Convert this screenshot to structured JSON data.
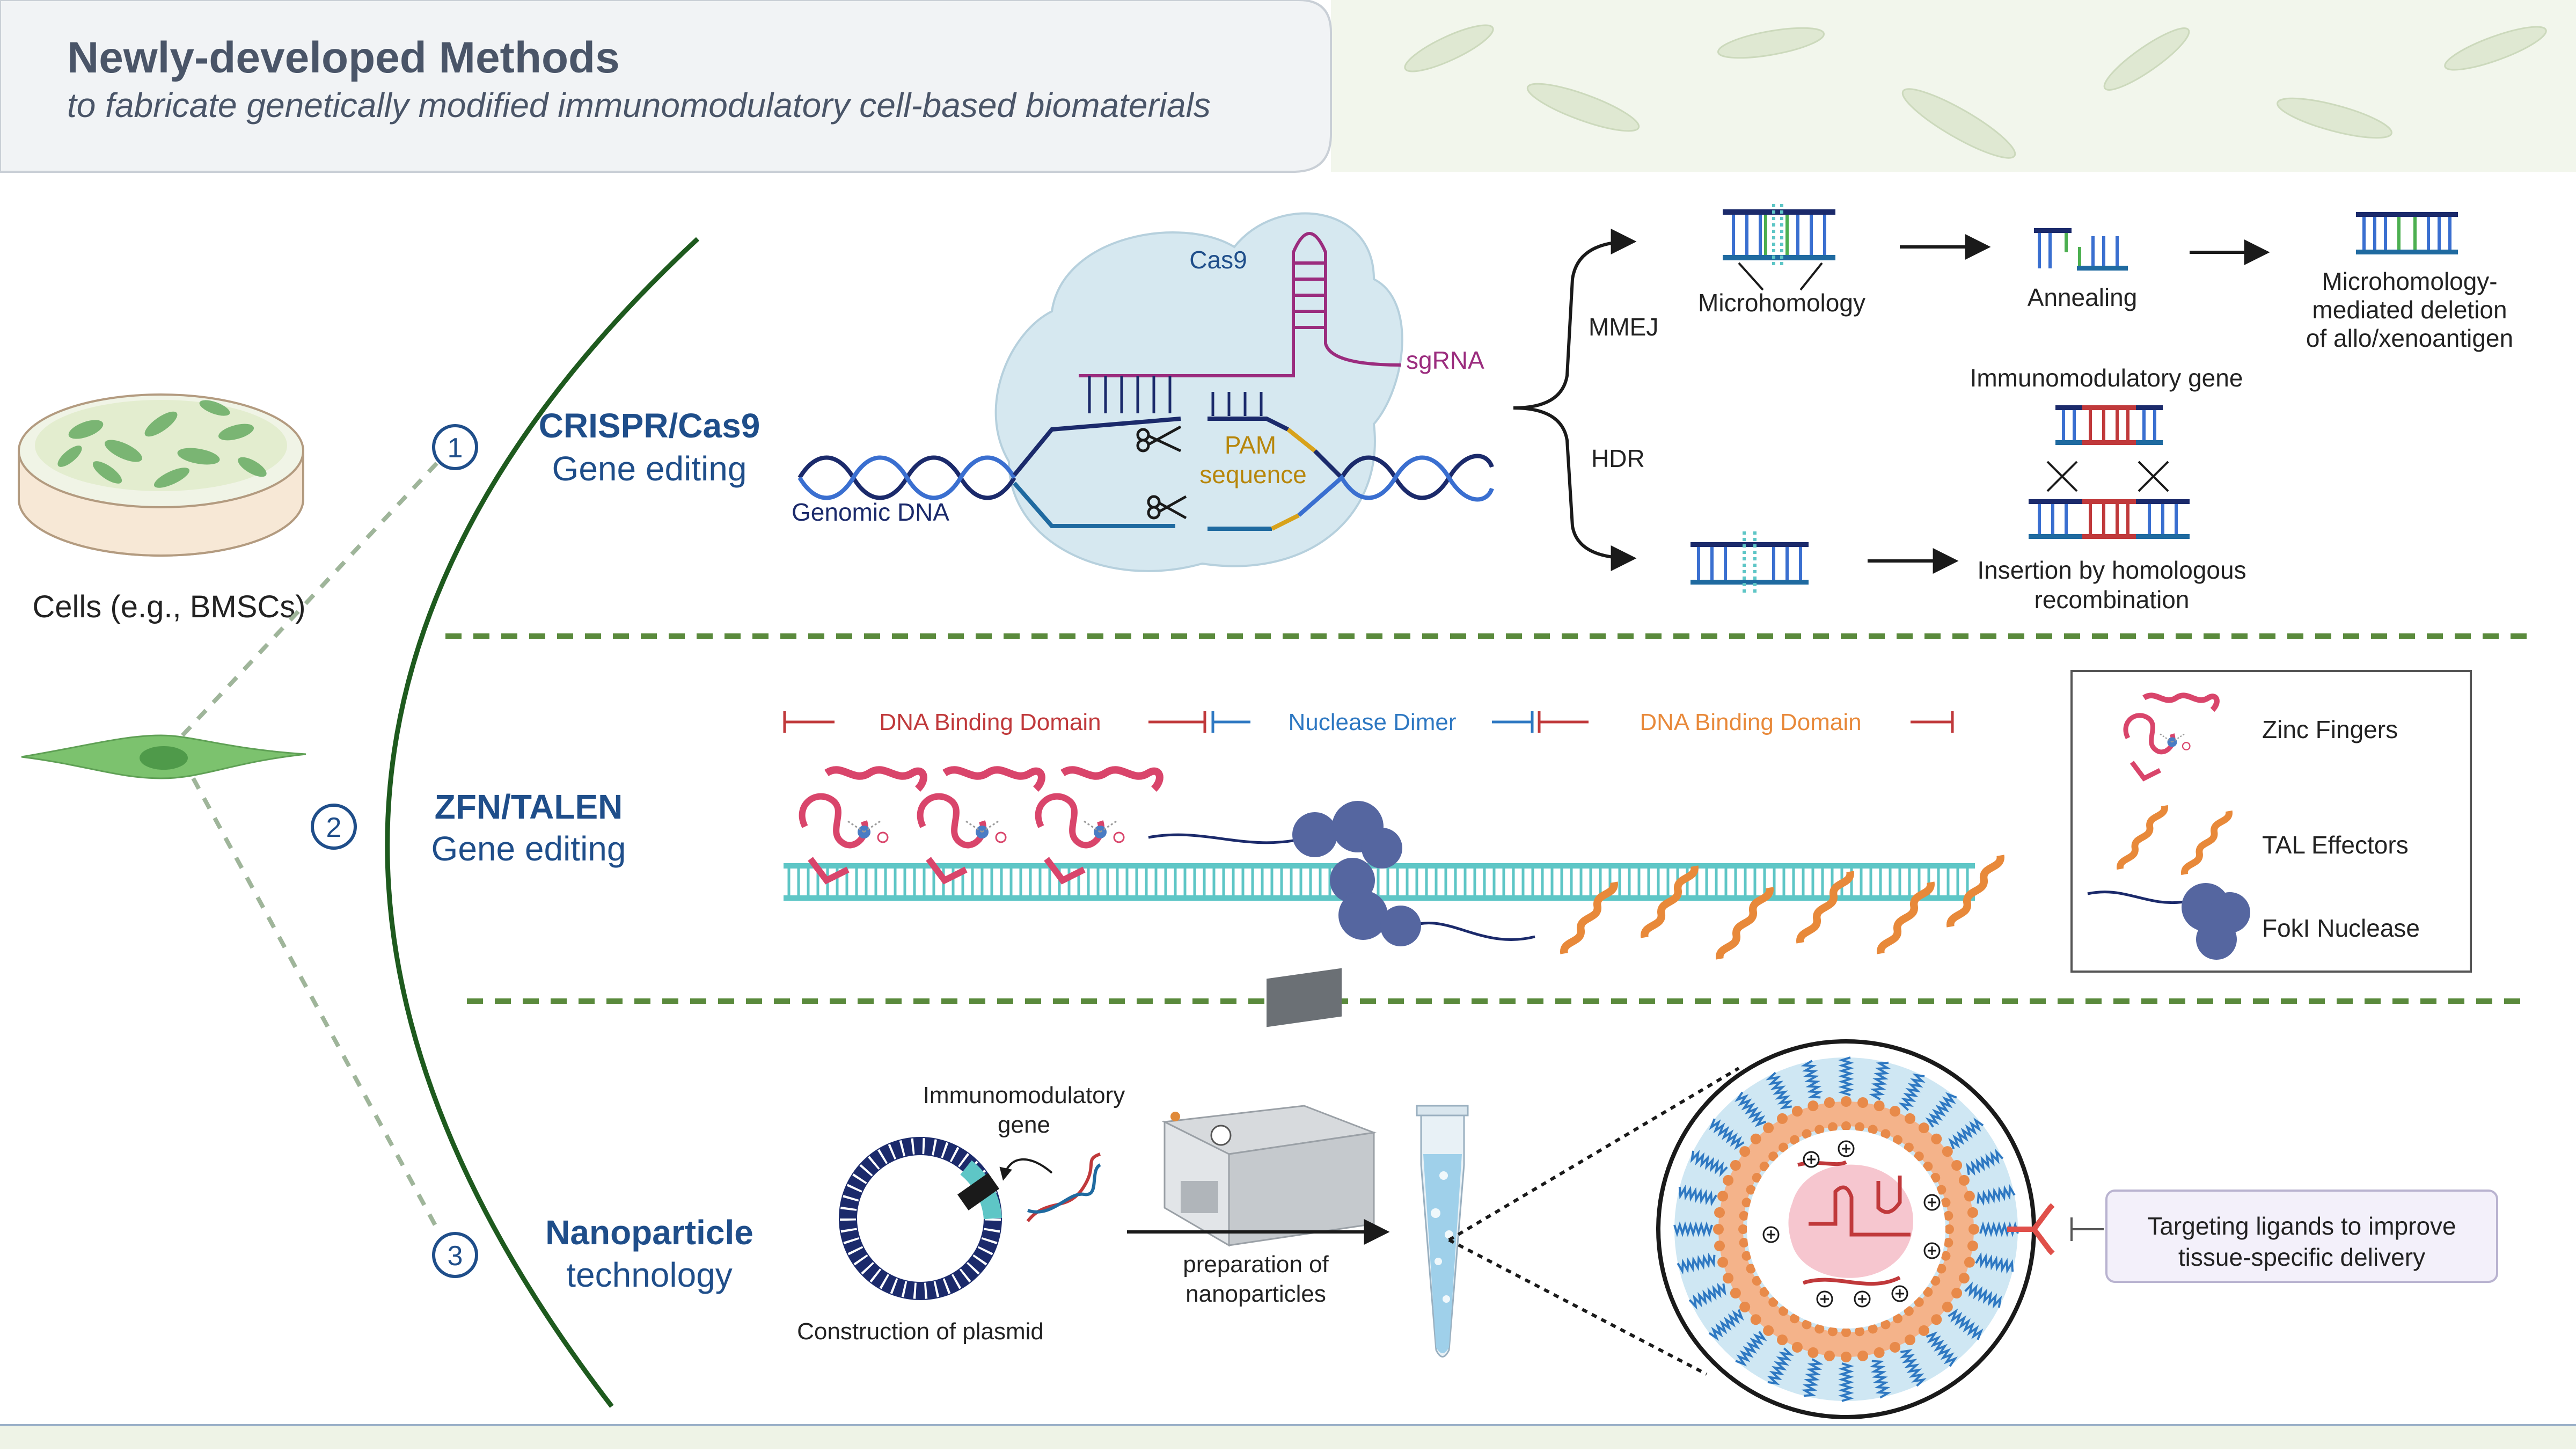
{
  "header": {
    "title": "Newly-developed Methods",
    "subtitle": "to fabricate genetically modified immunomodulatory cell-based biomaterials"
  },
  "cells": {
    "label": "Cells (e.g., BMSCs)"
  },
  "steps": [
    "1",
    "2",
    "3"
  ],
  "crispr": {
    "title": "CRISPR/Cas9",
    "subtitle": "Gene editing",
    "cas9": "Cas9",
    "sgrna": "sgRNA",
    "pam_line1": "PAM",
    "pam_line2": "sequence",
    "genomic_dna": "Genomic DNA",
    "mmej": "MMEJ",
    "hdr": "HDR",
    "microhomology": "Microhomology",
    "annealing": "Annealing",
    "deletion_line1": "Microhomology-",
    "deletion_line2": "mediated deletion",
    "deletion_line3": "of allo/xenoantigen",
    "immuno_gene": "Immunomodulatory gene",
    "insertion_line1": "Insertion by homologous",
    "insertion_line2": "recombination"
  },
  "zfn": {
    "title": "ZFN/TALEN",
    "subtitle": "Gene editing",
    "dbd_left": "DNA Binding Domain",
    "nuclease_dimer": "Nuclease Dimer",
    "dbd_right": "DNA Binding Domain",
    "legend": [
      "Zinc Fingers",
      "TAL Effectors",
      "FokI Nuclease"
    ]
  },
  "nano": {
    "title": "Nanoparticle",
    "subtitle": "technology",
    "gene_line1": "Immunomodulatory",
    "gene_line2": "gene",
    "plasmid": "Construction of plasmid",
    "prep_line1": "preparation of",
    "prep_line2": "nanoparticles",
    "ligand_line1": "Targeting ligands to improve",
    "ligand_line2": "tissue-specific delivery"
  },
  "colors": {
    "header_bg": "#f1f3f5",
    "footer_bg": "#eef3e6",
    "arc": "#1e5a1e",
    "divider": "#5a8a3c",
    "title_blue": "#1f4e8a",
    "dbd_red": "#c0393b",
    "dimer_blue": "#2e78c2",
    "dbd_orange": "#e8893a",
    "dna_teal": "#5ec6c6",
    "cas9_bubble": "#d6e8f0",
    "sgrna": "#9b2c7e",
    "pam": "#d8a21b",
    "foki": "#5566a0",
    "zinc_finger": "#d9456b"
  }
}
